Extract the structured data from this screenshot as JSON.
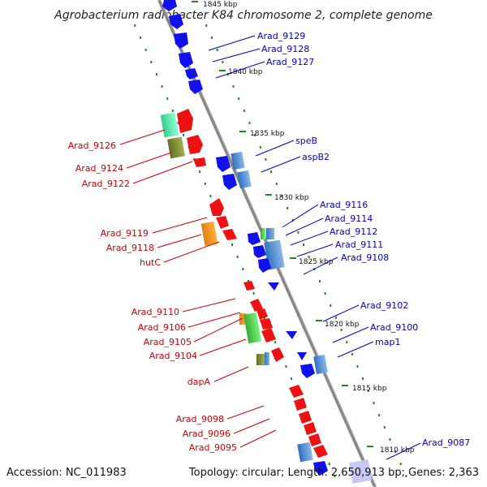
{
  "title": "Agrobacterium radiobacter K84 chromosome 2, complete genome",
  "footer": {
    "accession": "Accession: NC_011983",
    "topology": "Topology: circular; Length: 2,650,913 bp; Genes: 2,363"
  },
  "ticks": [
    "1845 kbp",
    "1840 kbp",
    "1835 kbp",
    "1830 kbp",
    "1825 kbp",
    "1820 kbp",
    "1815 kbp",
    "1810 kbp"
  ],
  "labels_left": [
    "Arad_9126",
    "Arad_9124",
    "Arad_9122",
    "Arad_9119",
    "Arad_9118",
    "hutC",
    "Arad_9110",
    "Arad_9106",
    "Arad_9105",
    "Arad_9104",
    "dapA",
    "Arad_9098",
    "Arad_9096",
    "Arad_9095"
  ],
  "labels_right": [
    "Arad_9129",
    "Arad_9128",
    "Arad_9127",
    "speB",
    "aspB2",
    "Arad_9116",
    "Arad_9114",
    "Arad_9112",
    "Arad_9111",
    "Arad_9108",
    "Arad_9102",
    "Arad_9100",
    "map1",
    "Arad_9087"
  ],
  "colors": {
    "forward_cds": "#ee1111",
    "reverse_cds": "#1111ee",
    "label_left": "#cc0000",
    "label_right": "#0000cc",
    "backbone": "#888888",
    "dots": "#228822"
  }
}
